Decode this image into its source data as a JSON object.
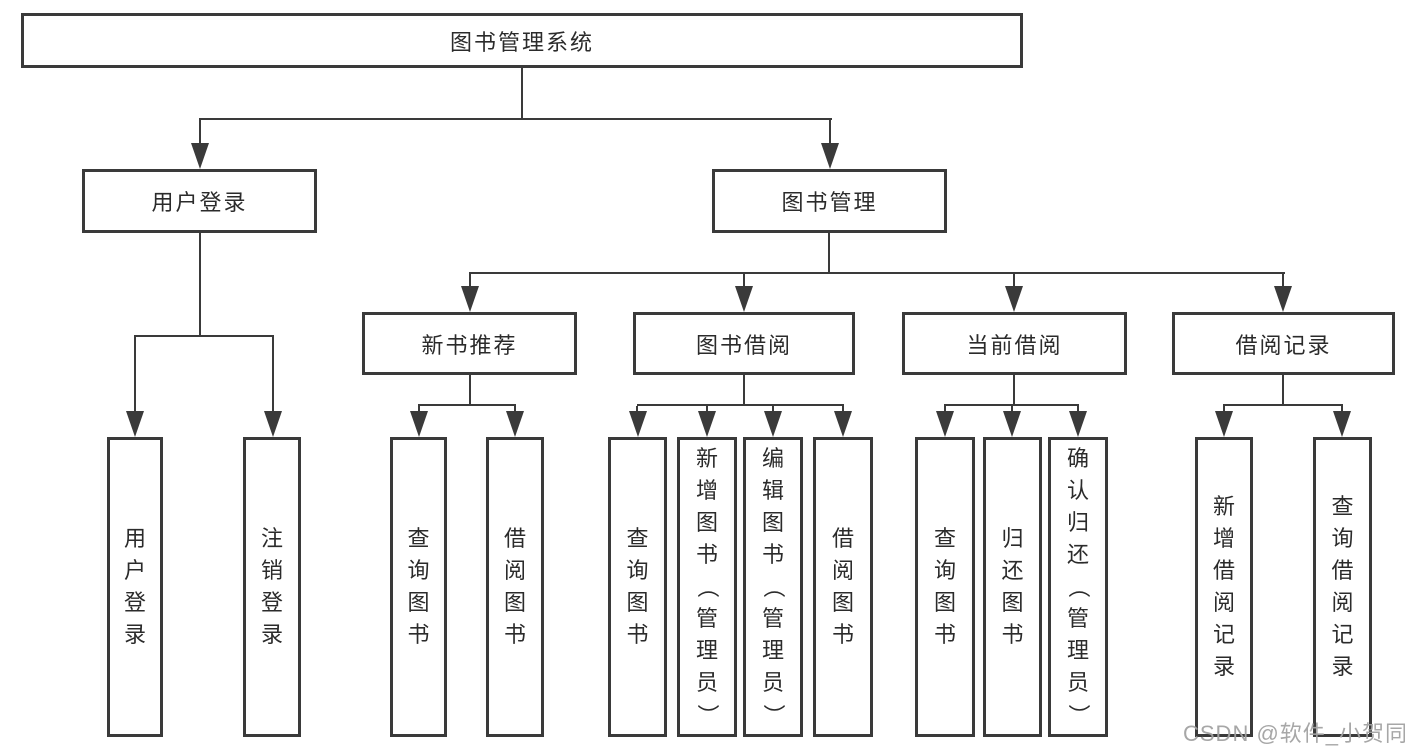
{
  "colors": {
    "line": "#3a3a3a",
    "box_border": "#3a3a3a",
    "box_fill": "#ffffff",
    "text": "#2b2b2b",
    "watermark": "#a3a3a3",
    "background": "#ffffff"
  },
  "watermark": {
    "text": "CSDN @软件_小贺同学"
  },
  "diagram": {
    "root": {
      "label": "图书管理系统"
    },
    "branches": [
      {
        "label": "用户登录",
        "children": [
          {
            "label": "用户登录"
          },
          {
            "label": "注销登录"
          }
        ]
      },
      {
        "label": "图书管理",
        "children": [
          {
            "label": "新书推荐",
            "children": [
              {
                "label": "查询图书"
              },
              {
                "label": "借阅图书"
              }
            ]
          },
          {
            "label": "图书借阅",
            "children": [
              {
                "label": "查询图书"
              },
              {
                "label": "新增图书（管理员）"
              },
              {
                "label": "编辑图书（管理员）"
              },
              {
                "label": "借阅图书"
              }
            ]
          },
          {
            "label": "当前借阅",
            "children": [
              {
                "label": "查询图书"
              },
              {
                "label": "归还图书"
              },
              {
                "label": "确认归还（管理员）"
              }
            ]
          },
          {
            "label": "借阅记录",
            "children": [
              {
                "label": "新增借阅记录"
              },
              {
                "label": "查询借阅记录"
              }
            ]
          }
        ]
      }
    ]
  }
}
